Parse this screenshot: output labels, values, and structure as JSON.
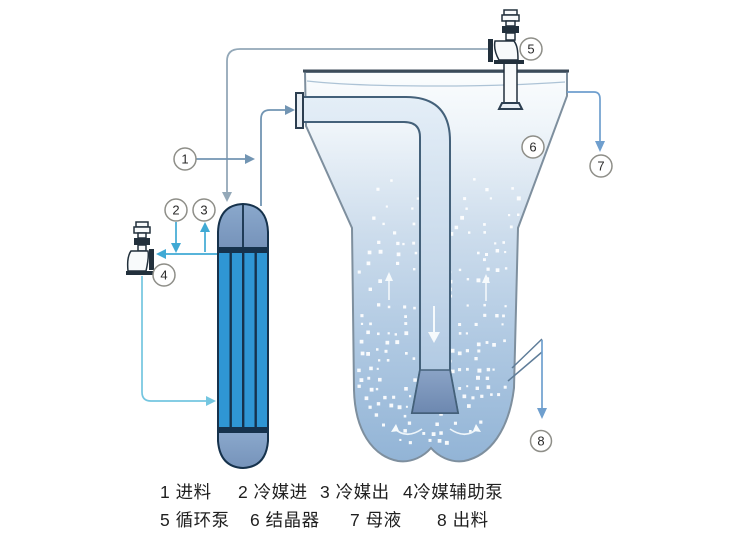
{
  "legend": {
    "items": [
      "1 进料",
      "2 冷媒进",
      "3 冷媒出",
      "4冷媒辅助泵",
      "5 循环泵",
      "6 结晶器",
      "7 母液",
      "8 出料"
    ]
  },
  "callouts": [
    "1",
    "2",
    "3",
    "4",
    "5",
    "6",
    "7",
    "8"
  ],
  "colors": {
    "background": "#ffffff",
    "pipe_gray": "#93a8b8",
    "pipe_steel": "#7295b3",
    "pipe_cyan": "#3fa9d4",
    "pipe_light_cyan": "#74c6e0",
    "arrow_blue": "#6f9fce",
    "chute": "#5f7d99",
    "column_tube_blue": "#2f96d4",
    "column_dome": "#7d9cc4",
    "column_outline": "#16324c",
    "vessel_outline": "#7e8f9e",
    "lid_edge": "#3c4b59",
    "draft_tube_outline": "#44617a",
    "bell_fill": "#7b96bd",
    "pump_outline": "#22303c",
    "pump_fill": "#f8fafb",
    "callout_stroke": "#8e8e88",
    "text": "#1f1f1f",
    "crystal": "#ffffff"
  }
}
